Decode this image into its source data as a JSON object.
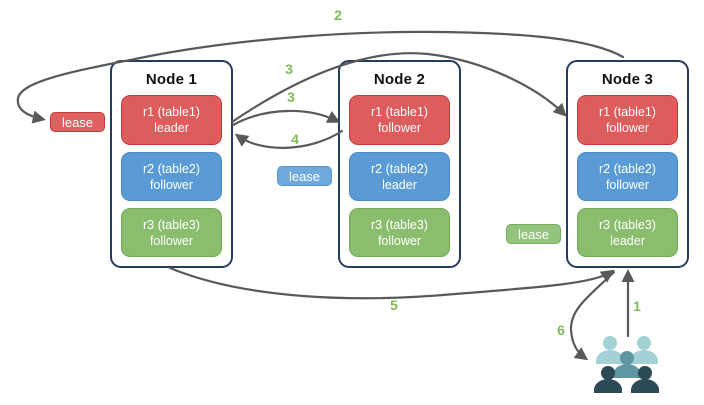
{
  "nodes": [
    {
      "title": "Node 1",
      "replicas": [
        {
          "name": "r1 (table1)",
          "role": "leader"
        },
        {
          "name": "r2 (table2)",
          "role": "follower"
        },
        {
          "name": "r3 (table3)",
          "role": "follower"
        }
      ]
    },
    {
      "title": "Node 2",
      "replicas": [
        {
          "name": "r1 (table1)",
          "role": "follower"
        },
        {
          "name": "r2 (table2)",
          "role": "leader"
        },
        {
          "name": "r3 (table3)",
          "role": "follower"
        }
      ]
    },
    {
      "title": "Node 3",
      "replicas": [
        {
          "name": "r1 (table1)",
          "role": "follower"
        },
        {
          "name": "r2 (table2)",
          "role": "follower"
        },
        {
          "name": "r3 (table3)",
          "role": "leader"
        }
      ]
    }
  ],
  "leases": [
    {
      "label": "lease",
      "color": "#e06161"
    },
    {
      "label": "lease",
      "color": "#6fa8dc"
    },
    {
      "label": "lease",
      "color": "#93c47d"
    }
  ],
  "steps": {
    "s1": "1",
    "s2": "2",
    "s3a": "3",
    "s3b": "3",
    "s4": "4",
    "s5": "5",
    "s6": "6"
  },
  "icons": {
    "users_group": "users-icon"
  },
  "colors": {
    "replica_red": "#dd5c5c",
    "replica_blue": "#5b9bd5",
    "replica_green": "#8abe6e",
    "node_border": "#263b5e",
    "arrow": "#595959",
    "step_label": "#7eba58",
    "users_light": "#a2d2d5",
    "users_medium": "#5e97a1",
    "users_dark": "#2b4a55"
  }
}
